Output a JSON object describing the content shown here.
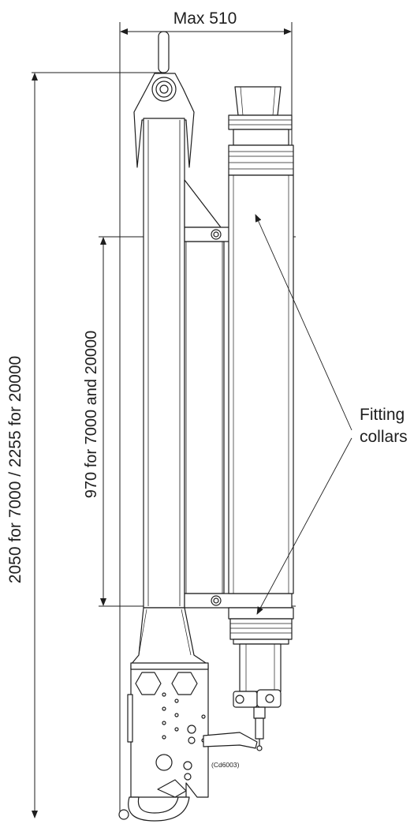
{
  "dimensions": {
    "max_width": "Max 510",
    "overall_height": "2050 for 7000 / 2255 for 20000",
    "collar_spacing": "970 for 7000 and 20000"
  },
  "callout": {
    "line1": "Fitting",
    "line2": "collars"
  },
  "drawing_code": "(Cd6003)",
  "colors": {
    "line": "#1e1e1e",
    "dim_line": "#555555",
    "background": "#ffffff"
  }
}
